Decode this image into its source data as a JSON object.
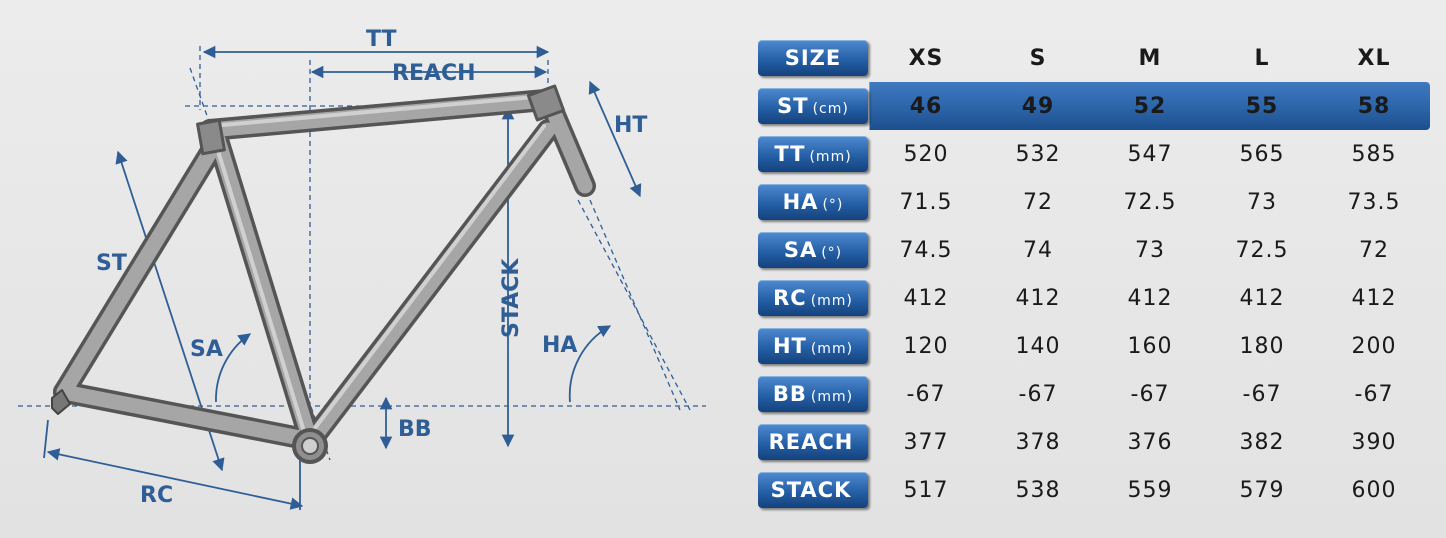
{
  "diagram": {
    "labels": {
      "tt": "TT",
      "reach": "REACH",
      "ht": "HT",
      "st": "ST",
      "stack": "STACK",
      "sa": "SA",
      "ha": "HA",
      "bb": "BB",
      "rc": "RC"
    }
  },
  "table": {
    "header": {
      "label": "SIZE",
      "sizes": [
        "XS",
        "S",
        "M",
        "L",
        "XL"
      ]
    },
    "rows": [
      {
        "key": "st",
        "label": "ST",
        "unit": "(cm)",
        "values": [
          "46",
          "49",
          "52",
          "55",
          "58"
        ]
      },
      {
        "key": "tt",
        "label": "TT",
        "unit": "(mm)",
        "values": [
          "520",
          "532",
          "547",
          "565",
          "585"
        ]
      },
      {
        "key": "ha",
        "label": "HA",
        "unit": "(°)",
        "values": [
          "71.5",
          "72",
          "72.5",
          "73",
          "73.5"
        ]
      },
      {
        "key": "sa",
        "label": "SA",
        "unit": "(°)",
        "values": [
          "74.5",
          "74",
          "73",
          "72.5",
          "72"
        ]
      },
      {
        "key": "rc",
        "label": "RC",
        "unit": "(mm)",
        "values": [
          "412",
          "412",
          "412",
          "412",
          "412"
        ]
      },
      {
        "key": "ht",
        "label": "HT",
        "unit": "(mm)",
        "values": [
          "120",
          "140",
          "160",
          "180",
          "200"
        ]
      },
      {
        "key": "bb",
        "label": "BB",
        "unit": "(mm)",
        "values": [
          "-67",
          "-67",
          "-67",
          "-67",
          "-67"
        ]
      },
      {
        "key": "reach",
        "label": "REACH",
        "unit": "",
        "values": [
          "377",
          "378",
          "376",
          "382",
          "390"
        ]
      },
      {
        "key": "stack",
        "label": "STACK",
        "unit": "",
        "values": [
          "517",
          "538",
          "559",
          "579",
          "600"
        ]
      }
    ]
  }
}
